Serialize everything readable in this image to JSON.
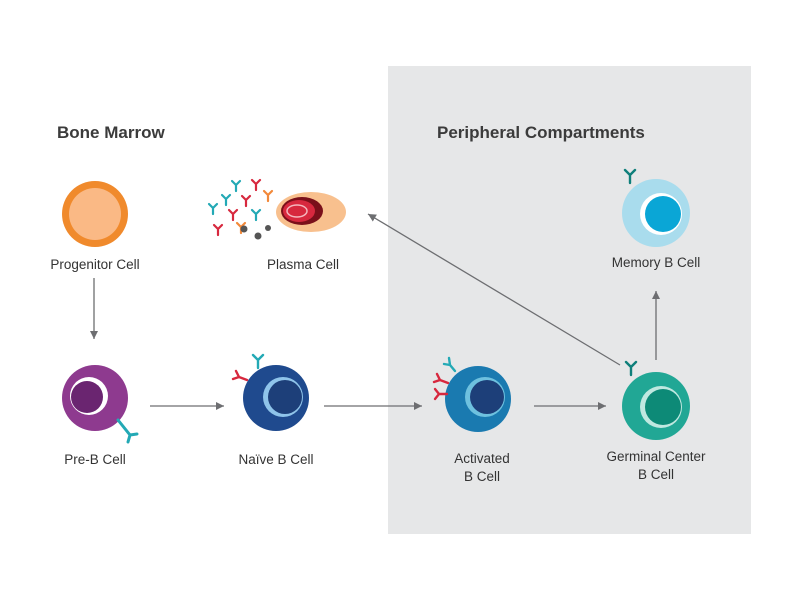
{
  "regions": {
    "bone_marrow": "Bone Marrow",
    "peripheral": "Peripheral Compartments"
  },
  "cells": {
    "progenitor": "Progenitor Cell",
    "plasma": "Plasma Cell",
    "memory": "Memory B Cell",
    "pre_b": "Pre-B Cell",
    "naive": "Naïve B Cell",
    "activated_line1": "Activated",
    "activated_line2": "B Cell",
    "germinal_line1": "Germinal Center",
    "germinal_line2": "B Cell"
  },
  "colors": {
    "panel": "#e6e7e8",
    "arrow": "#6d6e71",
    "progenitor": "#f08a2c",
    "pre_b": "#8e3a8f",
    "naive": "#1f4a8e",
    "activated": "#1a7ab0",
    "germinal": "#21a795",
    "memory": "#a9dced",
    "plasma": "#f8c08e",
    "antibody_teal": "#23a9b5",
    "antibody_red": "#d7283e",
    "antibody_orange": "#f2893a"
  }
}
